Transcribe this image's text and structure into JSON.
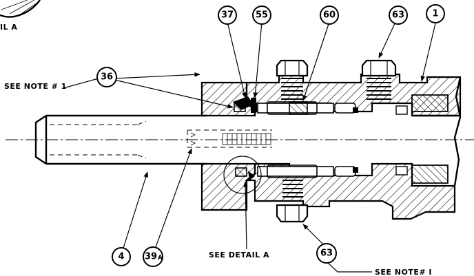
{
  "notes": {
    "see_note_top": "SEE NOTE # 1",
    "see_note_bottom": "SEE NOTE# I",
    "see_detail": "SEE DETAIL A",
    "detail_label_fragment": "IL A"
  },
  "callouts": {
    "c37": "37",
    "c55": "55",
    "c60": "60",
    "c63_top": "63",
    "c1": "1",
    "c36": "36",
    "c4": "4",
    "c39_main": "39",
    "c39_sub": "A",
    "c63_bottom": "63"
  }
}
